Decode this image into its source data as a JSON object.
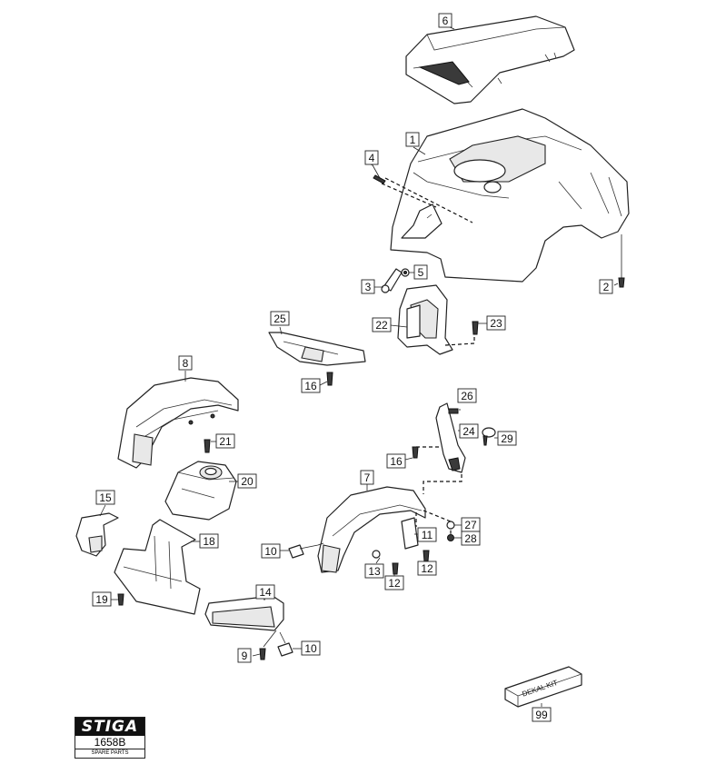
{
  "brand": {
    "name": "STIGA",
    "diagram_code": "1658B",
    "subtitle": "SPARE PARTS"
  },
  "decal_kit_label": "DEKAL KIT",
  "callouts": {
    "c1": "1",
    "c2": "2",
    "c3": "3",
    "c4": "4",
    "c5": "5",
    "c6": "6",
    "c7": "7",
    "c8": "8",
    "c9": "9",
    "c10a": "10",
    "c10b": "10",
    "c11": "11",
    "c12a": "12",
    "c12b": "12",
    "c13": "13",
    "c14": "14",
    "c15": "15",
    "c16a": "16",
    "c16b": "16",
    "c18": "18",
    "c19": "19",
    "c20": "20",
    "c21": "21",
    "c22": "22",
    "c23": "23",
    "c24": "24",
    "c25": "25",
    "c26": "26",
    "c27": "27",
    "c28": "28",
    "c29": "29",
    "c99": "99"
  }
}
